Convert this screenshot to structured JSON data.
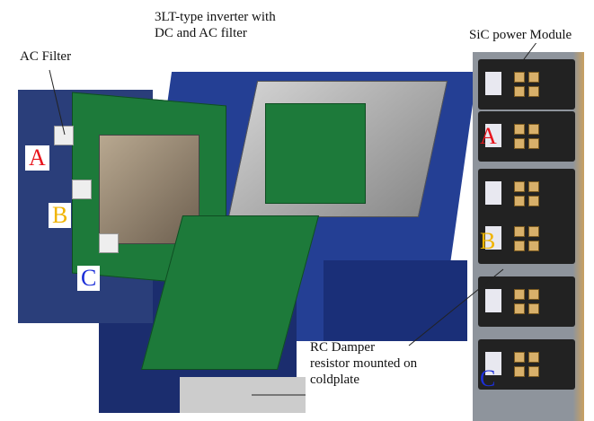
{
  "labels": {
    "inverter": "3LT-type inverter with DC and AC filter",
    "inverter_line1": "3LT-type inverter with",
    "inverter_line2": "DC and AC filter",
    "ac_filter": "AC Filter",
    "sic_module": "SiC power Module",
    "rc_damper_line1": "RC Damper",
    "rc_damper_line2": "resistor mounted on",
    "rc_damper_line3": "coldplate"
  },
  "phases_left": [
    "A",
    "B",
    "C"
  ],
  "phases_right": [
    "A",
    "B",
    "C"
  ],
  "colors": {
    "phase_a": "#e8141c",
    "phase_b": "#f0b400",
    "phase_c": "#1c2fd8"
  }
}
